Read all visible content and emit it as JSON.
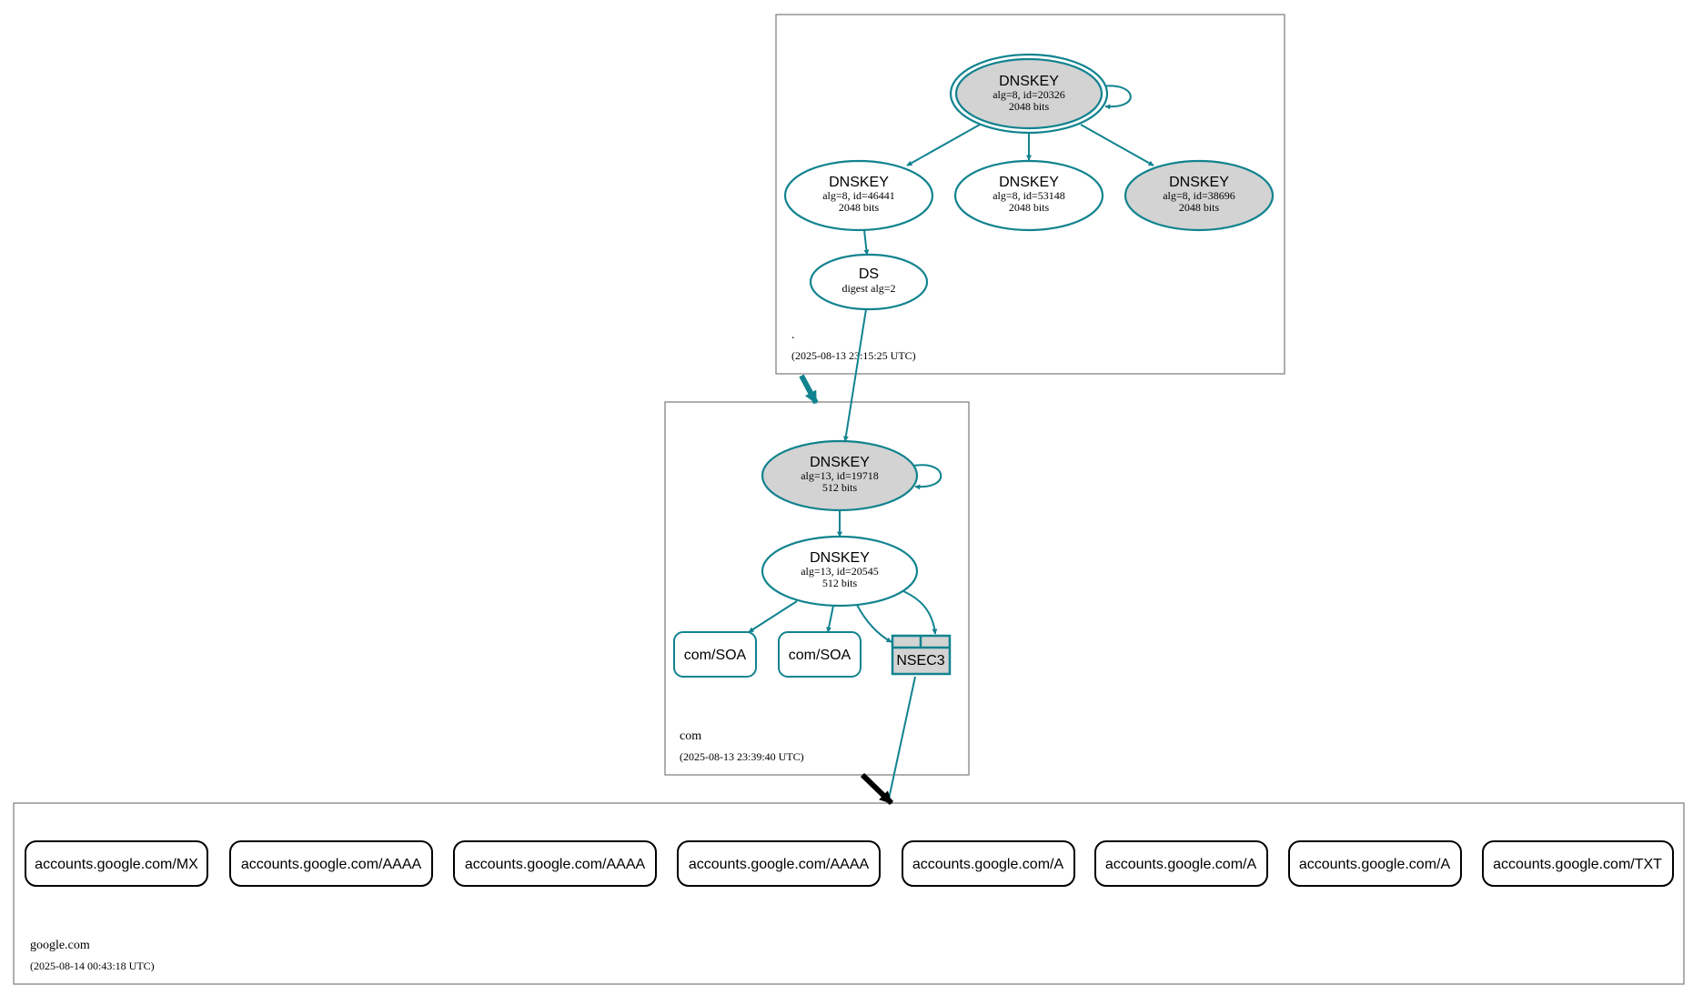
{
  "colors": {
    "accent": "#11838f",
    "gray_fill": "#d3d3d3",
    "black": "#000000"
  },
  "zones": {
    "root": {
      "name": ".",
      "timestamp": "(2025-08-13 23:15:25 UTC)"
    },
    "com": {
      "name": "com",
      "timestamp": "(2025-08-13 23:39:40 UTC)"
    },
    "google": {
      "name": "google.com",
      "timestamp": "(2025-08-14 00:43:18 UTC)"
    }
  },
  "nodes": {
    "root_ksk": {
      "type": "DNSKEY",
      "detail": "alg=8, id=20326",
      "size": "2048 bits"
    },
    "root_zsk1": {
      "type": "DNSKEY",
      "detail": "alg=8, id=46441",
      "size": "2048 bits"
    },
    "root_zsk2": {
      "type": "DNSKEY",
      "detail": "alg=8, id=53148",
      "size": "2048 bits"
    },
    "root_zsk3": {
      "type": "DNSKEY",
      "detail": "alg=8, id=38696",
      "size": "2048 bits"
    },
    "root_ds": {
      "type": "DS",
      "detail": "digest alg=2"
    },
    "com_ksk": {
      "type": "DNSKEY",
      "detail": "alg=13, id=19718",
      "size": "512 bits"
    },
    "com_zsk": {
      "type": "DNSKEY",
      "detail": "alg=13, id=20545",
      "size": "512 bits"
    },
    "com_soa1": {
      "label": "com/SOA"
    },
    "com_soa2": {
      "label": "com/SOA"
    },
    "com_nsec3": {
      "label": "NSEC3"
    }
  },
  "records": [
    "accounts.google.com/MX",
    "accounts.google.com/AAAA",
    "accounts.google.com/AAAA",
    "accounts.google.com/AAAA",
    "accounts.google.com/A",
    "accounts.google.com/A",
    "accounts.google.com/A",
    "accounts.google.com/TXT"
  ]
}
